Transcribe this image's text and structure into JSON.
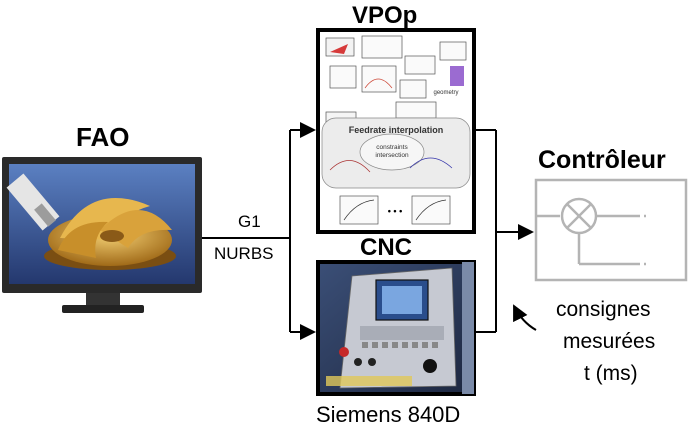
{
  "labels": {
    "fao": "FAO",
    "vpop": "VPOp",
    "cnc": "CNC",
    "controleur": "Contrôleur",
    "g1": "G1",
    "nurbs": "NURBS",
    "siemens": "Siemens 840D",
    "consignes_1": "consignes",
    "consignes_2": "mesurées",
    "consignes_3": "t (ms)"
  },
  "vpop_panel": {
    "feedrate_title": "Feedrate interpolation",
    "constraints": "constraints",
    "intersection": "intersection",
    "geometry": "geometry",
    "ellipsis": "• • •"
  },
  "colors": {
    "frame": "#000000",
    "controller_gray": "#b4b4b4",
    "monitor_screen_top": "#4a6fb0",
    "monitor_screen_bottom": "#2a3f78",
    "impeller": "#c9952f",
    "cnc_panel": "#c9ccd4",
    "cnc_bg": "#2f3d5a"
  }
}
